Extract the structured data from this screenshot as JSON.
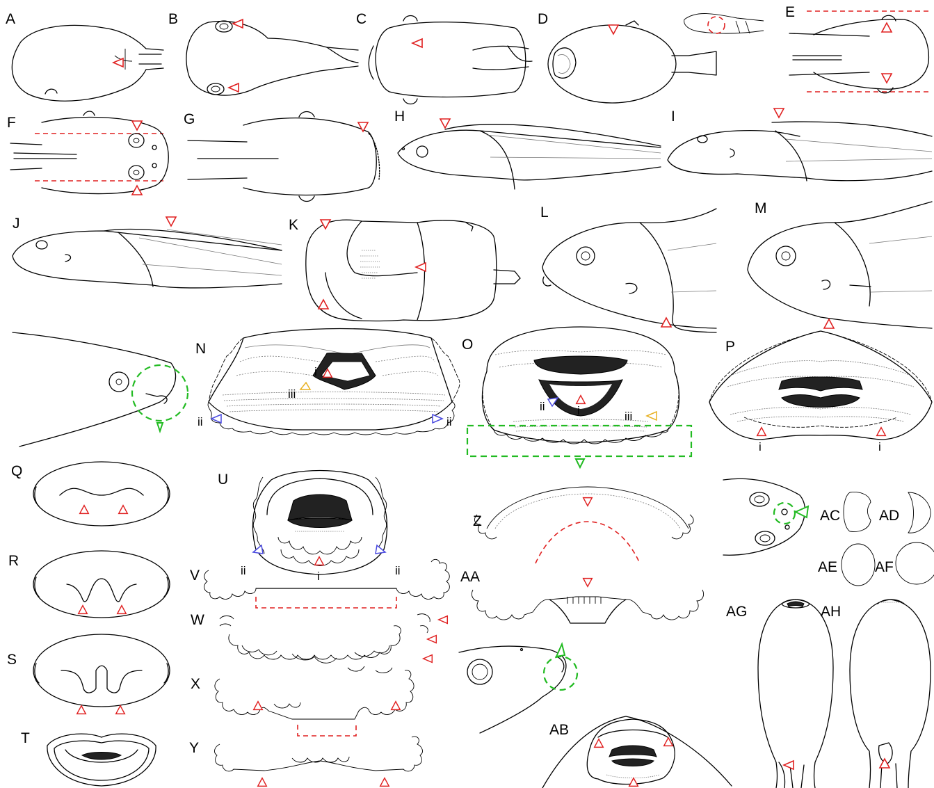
{
  "panel_labels": {
    "A": "A",
    "B": "B",
    "C": "C",
    "D": "D",
    "E": "E",
    "F": "F",
    "G": "G",
    "H": "H",
    "I": "I",
    "J": "J",
    "K": "K",
    "L": "L",
    "M": "M",
    "N": "N",
    "O": "O",
    "P": "P",
    "Q": "Q",
    "R": "R",
    "S": "S",
    "T": "T",
    "U": "U",
    "V": "V",
    "W": "W",
    "X": "X",
    "Y": "Y",
    "Z": "Z",
    "AA": "AA",
    "AB": "AB",
    "AC": "AC",
    "AD": "AD",
    "AE": "AE",
    "AF": "AF",
    "AG": "AG",
    "AH": "AH"
  },
  "sub_labels": {
    "i": "i",
    "ii": "ii",
    "iii": "iii"
  },
  "colors": {
    "outline": "#000000",
    "red_arrow": "#e02020",
    "blue_arrow": "#4a4ae0",
    "yellow_arrow": "#e8b020",
    "green_marker": "#22bb22",
    "beak_fill": "#222222"
  },
  "icons": {
    "red_arrow": "open-triangle-arrow-icon",
    "blue_arrow": "open-triangle-arrow-icon",
    "yellow_arrow": "open-triangle-arrow-icon",
    "green_marker": "circle-callout-icon"
  }
}
